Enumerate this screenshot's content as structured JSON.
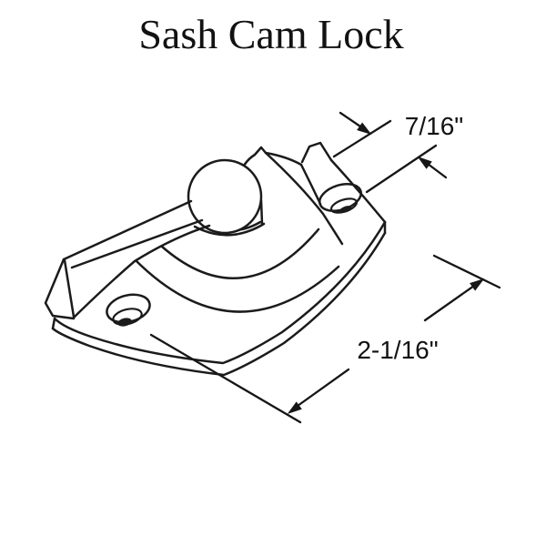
{
  "page": {
    "background_color": "#ffffff",
    "line_color": "#1b1b1b"
  },
  "title": "Sash Cam Lock",
  "figure": {
    "description": "Line-art technical illustration of a sash cam lock with lever handle, cam latch, and screw-hole base plate",
    "dimensions": {
      "width": {
        "label": "7/16\""
      },
      "length": {
        "label": "2-1/16\""
      }
    }
  }
}
